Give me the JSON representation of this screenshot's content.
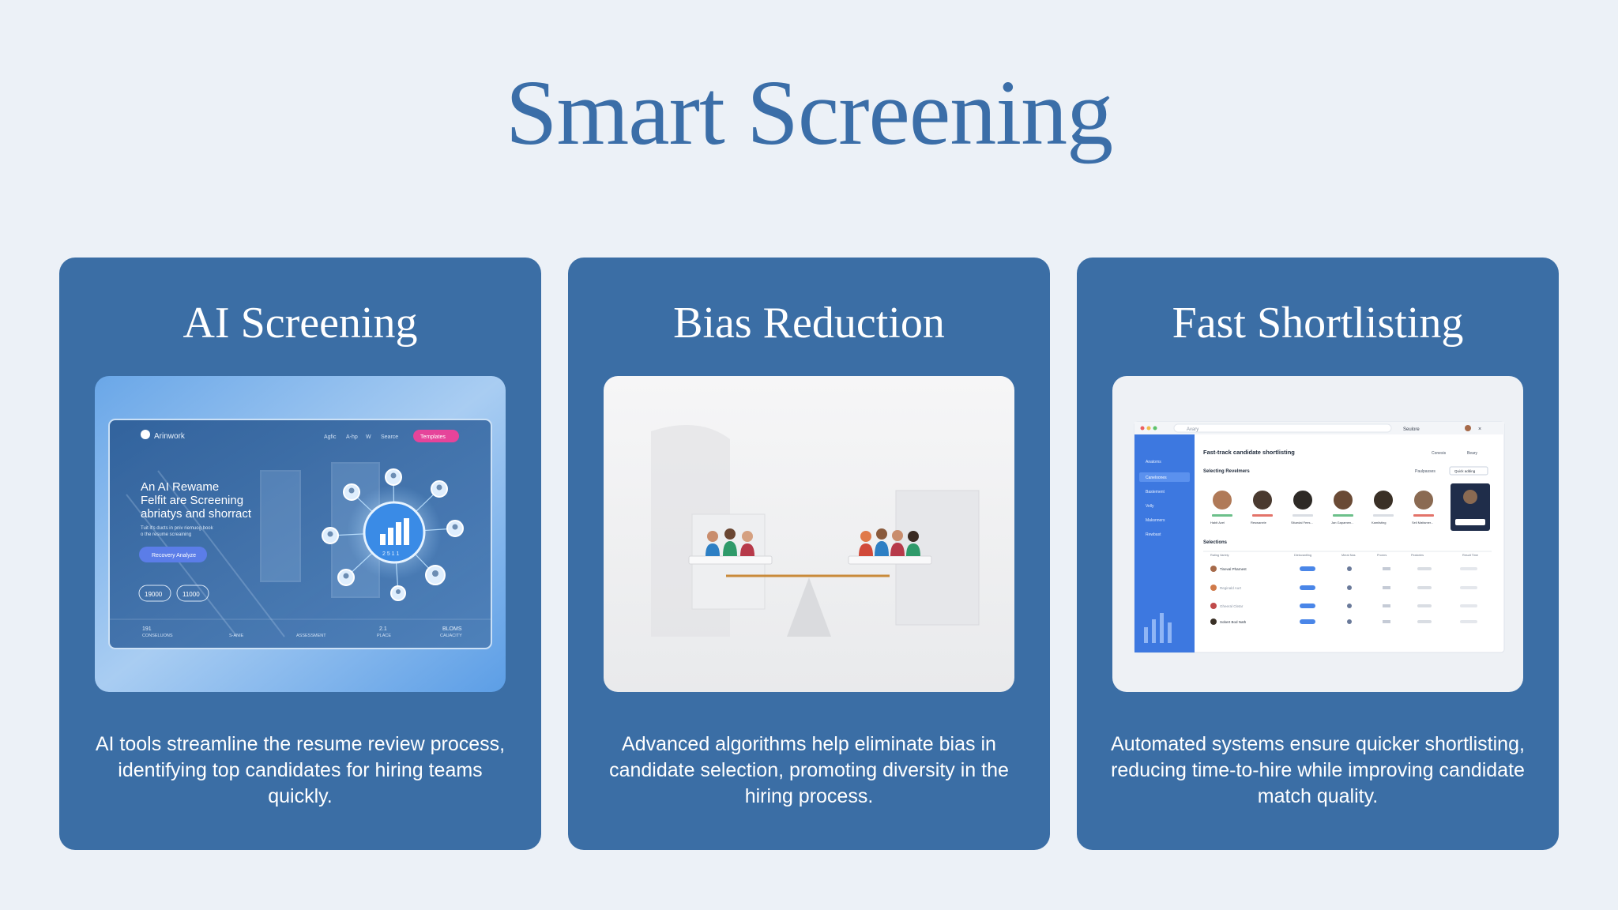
{
  "page": {
    "title": "Smart Screening"
  },
  "cards": [
    {
      "title": "AI Screening",
      "description": "AI tools streamline the resume review process, identifying top candidates for hiring teams quickly.",
      "image": {
        "brand": "Arinwork",
        "headline": [
          "An AI Rewame",
          "Felfit are Screening",
          "abriatys and shorract"
        ],
        "subtext": [
          "Tuit it's ducts in pniv riemuog book",
          "o the resume screaining"
        ],
        "cta": "Recovery Analyze",
        "nav": [
          "Agfic",
          "A-hp",
          "W",
          "Searce"
        ],
        "nav_button": "Templates",
        "chips": [
          "19000",
          "11000"
        ],
        "stats": [
          {
            "value": "191",
            "label": "CONSELUONS"
          },
          {
            "value": "",
            "label": "S-ANIE"
          },
          {
            "value": "",
            "label": "ASSESSMENT"
          },
          {
            "value": "2.1",
            "label": "PLACE"
          },
          {
            "value": "BLOMS",
            "label": "CAUACITY"
          }
        ],
        "chart_digits": "2 5 1 1"
      }
    },
    {
      "title": "Bias Reduction",
      "description": "Advanced algorithms help eliminate bias in candidate selection, promoting diversity in the hiring process.",
      "image": {}
    },
    {
      "title": "Fast Shortlisting",
      "description": "Automated systems ensure quicker shortlisting, reducing time-to-hire while improving candidate match quality.",
      "image": {
        "search": "Avary",
        "topbar_btn": "Seulore",
        "heading": "Fast-track candidate shortlisting",
        "actions": [
          "Conesis",
          "Beary"
        ],
        "section1": "Selecting Revelmers",
        "section1_actions": [
          "Paulpasses",
          "Quick adding"
        ],
        "sidebar": [
          "Anatoms",
          "Caneloones",
          "Bastement",
          "Velly",
          "Maksnners",
          "Rewbast"
        ],
        "people": [
          "Habit Azel",
          "Reswanele",
          "Situedal Fees...",
          "Jan Gapamen...",
          "Kamilsting",
          "Sell Matismer..."
        ],
        "section2": "Selections",
        "columns": [
          "Rating Variety",
          "Dietovantling",
          "Merat Nas",
          "Promrs",
          "Peatorles",
          "Result Time"
        ],
        "rows": [
          "Tineval Pharnest",
          "Reginald Aurt",
          "Gheeral Cletar",
          "Sobert Bod Nath"
        ]
      }
    }
  ]
}
